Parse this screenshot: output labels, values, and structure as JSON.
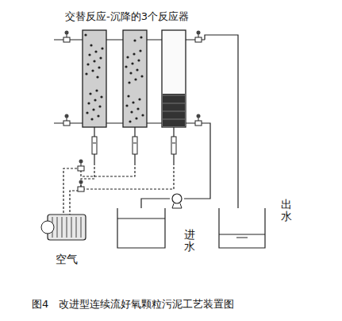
{
  "diagram": {
    "title": "交替反应-沉降的3个反应器",
    "caption": "图4　改进型连续流好氧颗粒污泥工艺装置图",
    "nodes": [
      {
        "text": [
          "空气"
        ]
      },
      {
        "text": [
          "进水"
        ]
      },
      {
        "text": [
          "出水"
        ]
      }
    ]
  }
}
